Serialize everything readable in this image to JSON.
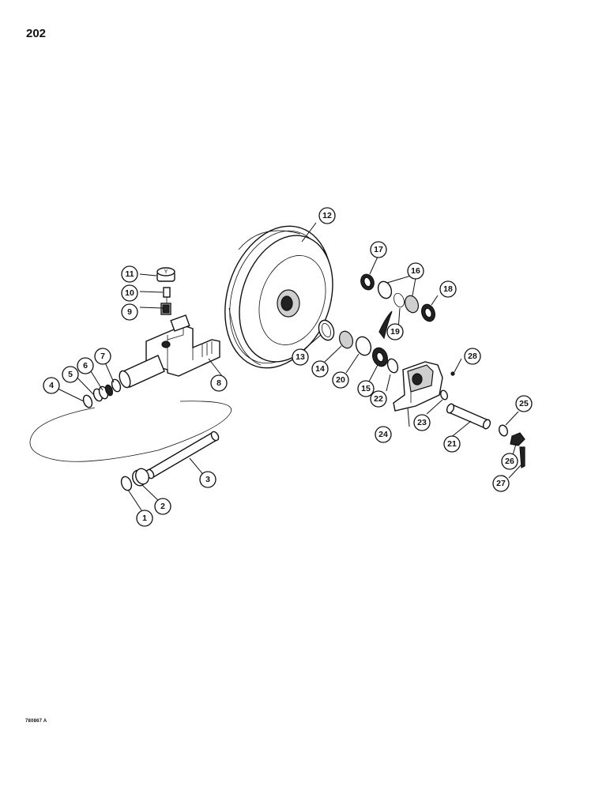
{
  "page": {
    "number": "202",
    "figure_code": "780867 A"
  },
  "callouts": [
    {
      "id": "1",
      "label": "1"
    },
    {
      "id": "2",
      "label": "2"
    },
    {
      "id": "3",
      "label": "3"
    },
    {
      "id": "4",
      "label": "4"
    },
    {
      "id": "5",
      "label": "5"
    },
    {
      "id": "6",
      "label": "6"
    },
    {
      "id": "7",
      "label": "7"
    },
    {
      "id": "8",
      "label": "8"
    },
    {
      "id": "9",
      "label": "9"
    },
    {
      "id": "10",
      "label": "10"
    },
    {
      "id": "11",
      "label": "11"
    },
    {
      "id": "12",
      "label": "12"
    },
    {
      "id": "13",
      "label": "13"
    },
    {
      "id": "14",
      "label": "14"
    },
    {
      "id": "15",
      "label": "15"
    },
    {
      "id": "16",
      "label": "16"
    },
    {
      "id": "17",
      "label": "17"
    },
    {
      "id": "18",
      "label": "18"
    },
    {
      "id": "19",
      "label": "19"
    },
    {
      "id": "20",
      "label": "20"
    },
    {
      "id": "21",
      "label": "21"
    },
    {
      "id": "22",
      "label": "22"
    },
    {
      "id": "23",
      "label": "23"
    },
    {
      "id": "24",
      "label": "24"
    },
    {
      "id": "25",
      "label": "25"
    },
    {
      "id": "26",
      "label": "26"
    },
    {
      "id": "27",
      "label": "27"
    },
    {
      "id": "28",
      "label": "28"
    }
  ]
}
